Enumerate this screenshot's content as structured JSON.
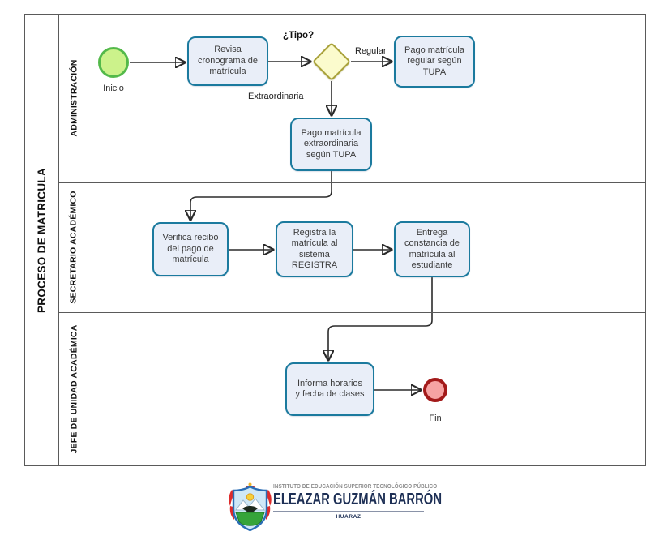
{
  "pool": {
    "title": "PROCESO DE MATRICULA",
    "lanes": [
      {
        "label": "ADMINISTRACIÓN"
      },
      {
        "label": "SECRETARIO ACADÉMICO"
      },
      {
        "label": "JEFE DE UNIDAD ACADÉMICA"
      }
    ]
  },
  "nodes": {
    "start": {
      "label": "Inicio",
      "type": "start-event"
    },
    "task_revisa": {
      "lines": [
        "Revisa",
        "cronograma de",
        "matrícula"
      ]
    },
    "gateway": {
      "label": "¿Tipo?",
      "type": "exclusive-gateway"
    },
    "task_pago_regular": {
      "lines": [
        "Pago matrícula",
        "regular según",
        "TUPA"
      ]
    },
    "task_pago_extra": {
      "lines": [
        "Pago matrícula",
        "extraordinaria",
        "según TUPA"
      ]
    },
    "task_verifica": {
      "lines": [
        "Verifica recibo",
        "del pago de",
        "matrícula"
      ]
    },
    "task_registra": {
      "lines": [
        "Registra la",
        "matrícula al",
        "sistema",
        "REGISTRA"
      ]
    },
    "task_entrega": {
      "lines": [
        "Entrega",
        "constancia de",
        "matrícula al",
        "estudiante"
      ]
    },
    "task_informa": {
      "lines": [
        "Informa horarios",
        "y fecha de clases"
      ]
    },
    "end": {
      "label": "Fin",
      "type": "end-event"
    }
  },
  "edges": {
    "tipo_label": "¿Tipo?",
    "regular_label": "Regular",
    "extraordinaria_label": "Extraordinaria",
    "flows": [
      {
        "from": "Inicio",
        "to": "Revisa cronograma de matrícula"
      },
      {
        "from": "Revisa cronograma de matrícula",
        "to": "¿Tipo?"
      },
      {
        "from": "¿Tipo?",
        "to": "Pago matrícula regular según TUPA",
        "label": "Regular"
      },
      {
        "from": "¿Tipo?",
        "to": "Pago matrícula extraordinaria según TUPA",
        "label": "Extraordinaria"
      },
      {
        "from": "Pago matrícula extraordinaria según TUPA",
        "to": "Verifica recibo del pago de matrícula"
      },
      {
        "from": "Verifica recibo del pago de matrícula",
        "to": "Registra la matrícula al sistema REGISTRA"
      },
      {
        "from": "Registra la matrícula al sistema REGISTRA",
        "to": "Entrega constancia de matrícula al estudiante"
      },
      {
        "from": "Entrega constancia de matrícula al estudiante",
        "to": "Informa horarios y fecha de clases"
      },
      {
        "from": "Informa horarios y fecha de clases",
        "to": "Fin"
      }
    ]
  },
  "footer": {
    "institution_type": "INSTITUTO DE EDUCACIÓN SUPERIOR TECNOLÓGICO PÚBLICO",
    "institution_name": "ELEAZAR GUZMÁN BARRÓN",
    "city": "HUARAZ"
  },
  "colors": {
    "task_fill": "#e9eef8",
    "task_stroke": "#1b7a9e",
    "gateway_fill": "#fbfbcd",
    "gateway_stroke": "#a9a23b",
    "start_fill": "#ccf28b",
    "start_stroke": "#53b94a",
    "end_fill": "#f6a3a3",
    "end_stroke": "#a31a1a",
    "connector": "#2b2b2b",
    "lane_border": "#5a5a5a",
    "institution_navy": "#1d2f55",
    "institution_gray": "#8e8e8e"
  }
}
